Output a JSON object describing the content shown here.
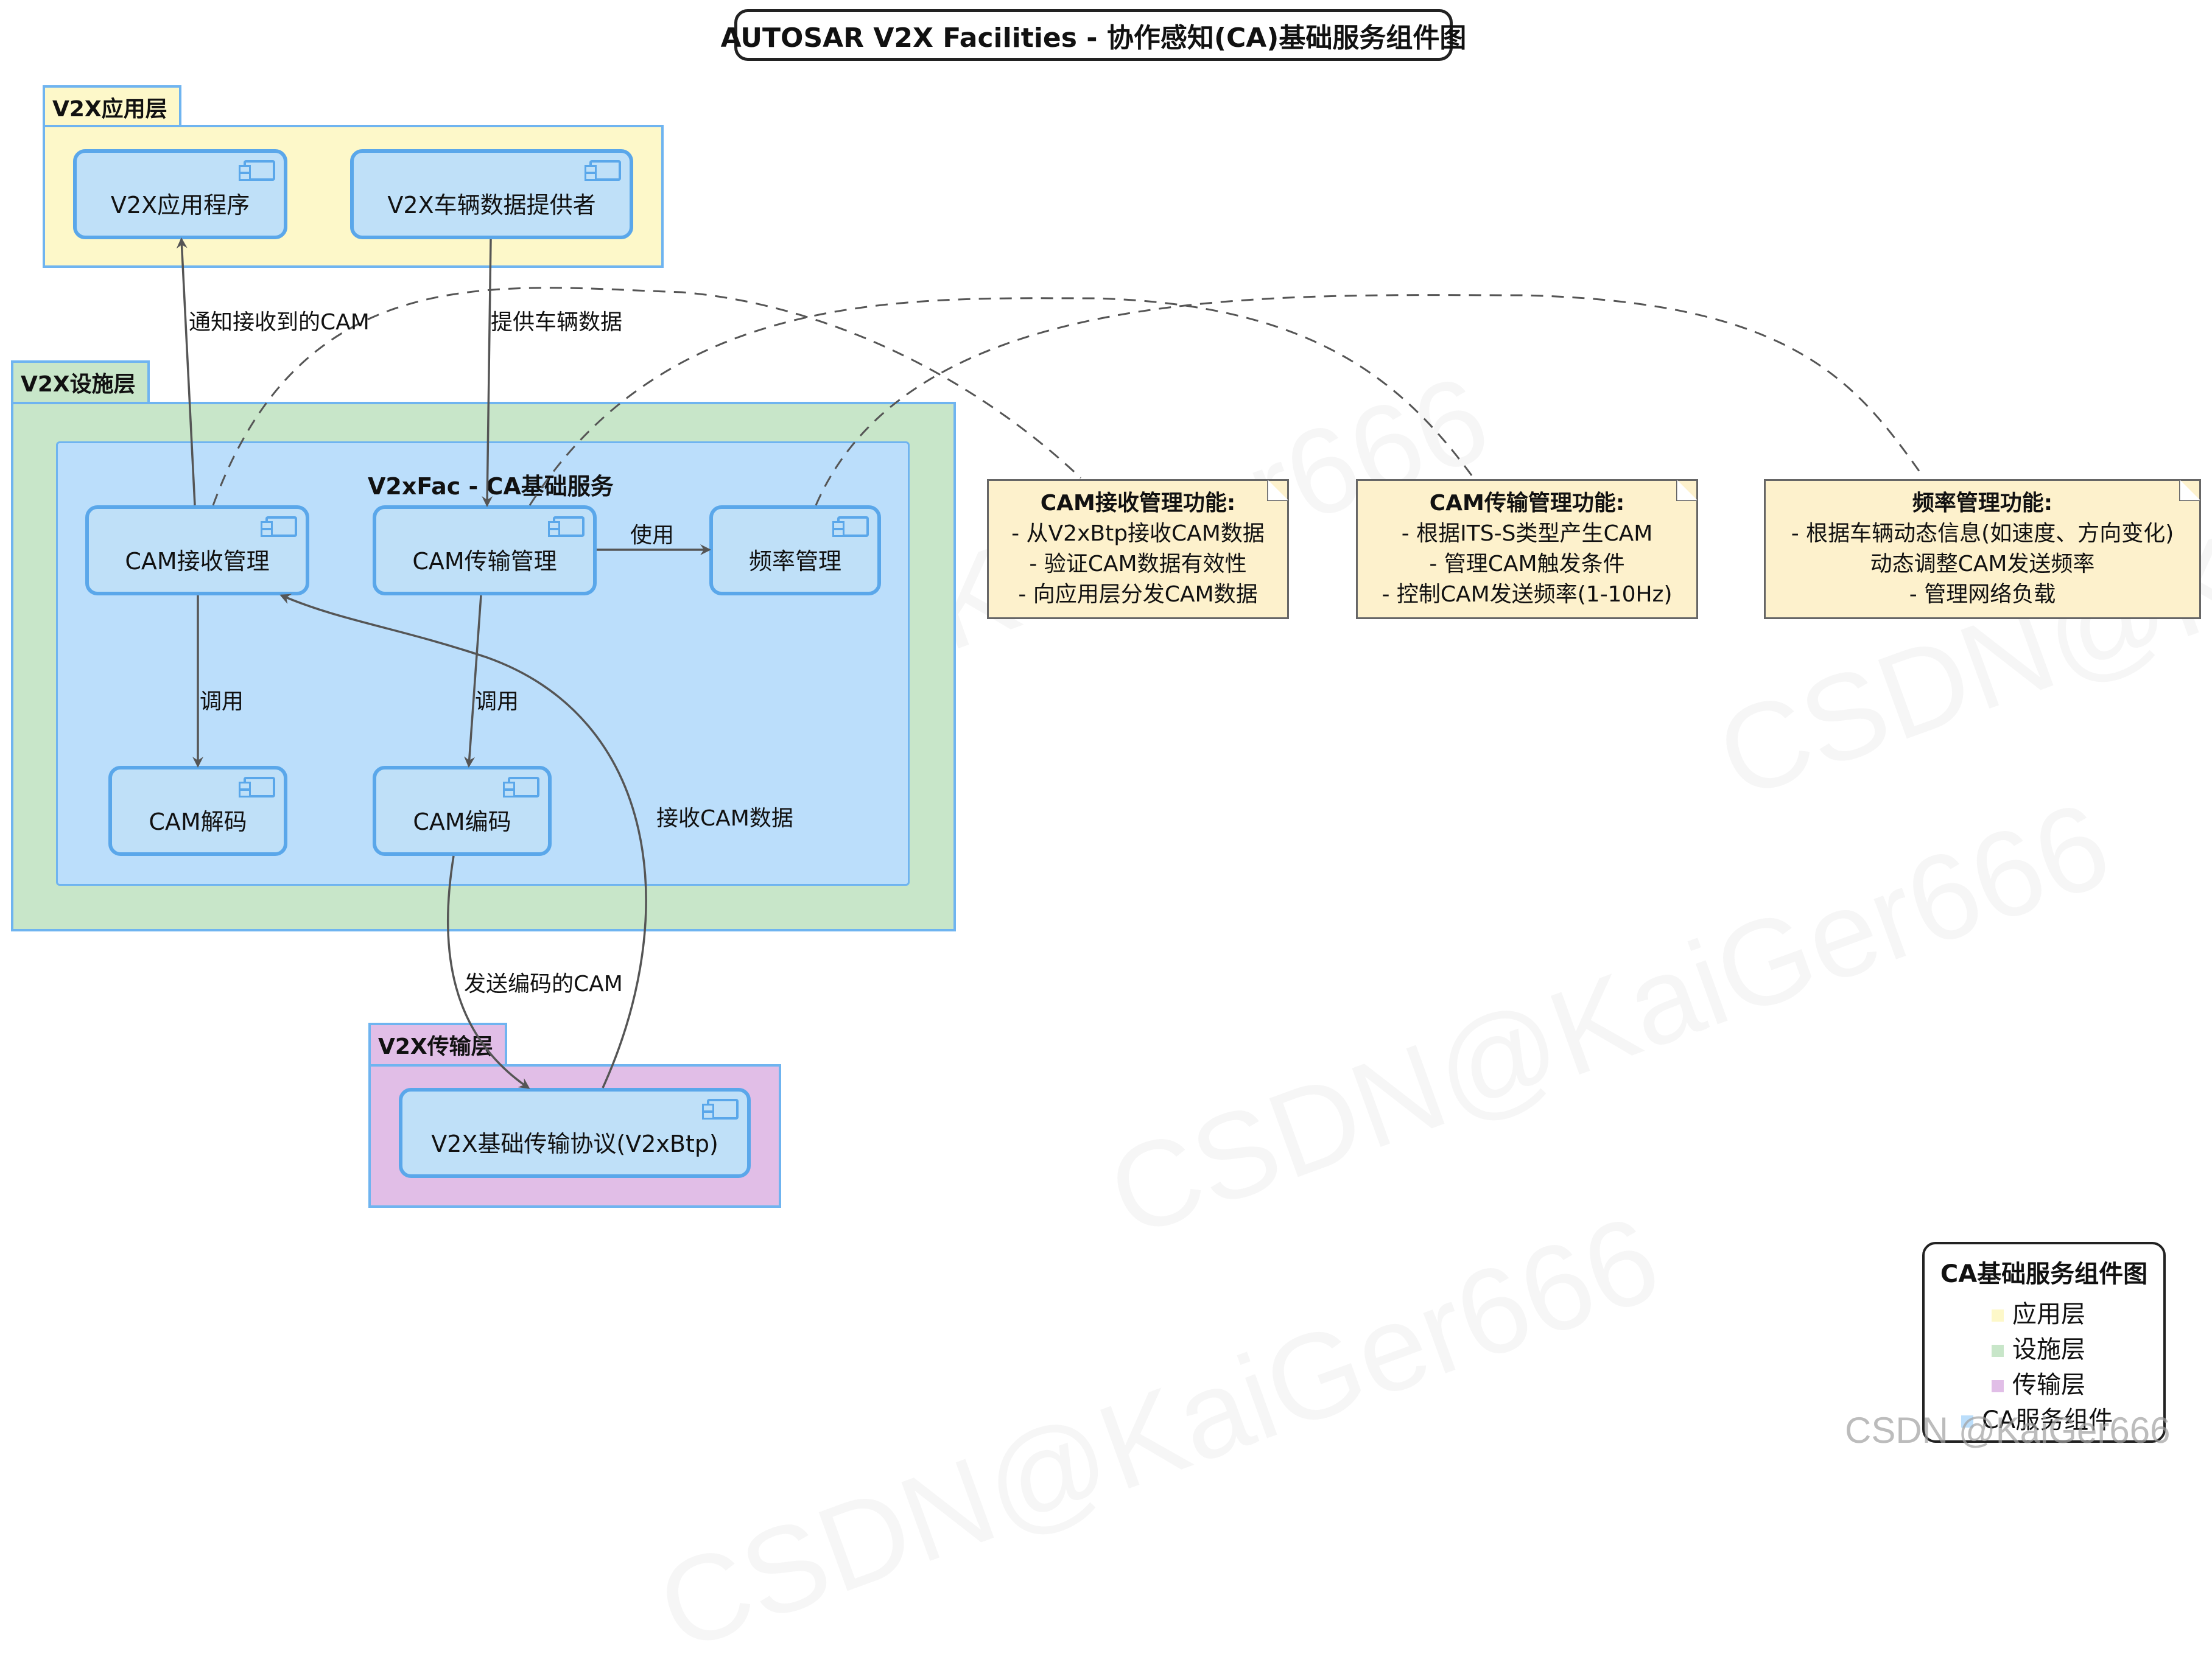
{
  "title": "AUTOSAR V2X Facilities - 协作感知(CA)基础服务组件图",
  "packages": {
    "app": {
      "label": "V2X应用层",
      "color": "#fdf8c9"
    },
    "fac": {
      "label": "V2X设施层",
      "color": "#c8e6c9"
    },
    "trans": {
      "label": "V2X传输层",
      "color": "#e1bee7"
    }
  },
  "inner": {
    "label": "V2xFac - CA基础服务",
    "color": "#bbdefb"
  },
  "components": {
    "v2x_app": "V2X应用程序",
    "v2x_vehicle": "V2X车辆数据提供者",
    "cam_rx": "CAM接收管理",
    "cam_tx": "CAM传输管理",
    "freq": "频率管理",
    "cam_dec": "CAM解码",
    "cam_enc": "CAM编码",
    "btp": "V2X基础传输协议(V2xBtp)"
  },
  "edges": {
    "notify": "通知接收到的CAM",
    "provide": "提供车辆数据",
    "use": "使用",
    "call1": "调用",
    "call2": "调用",
    "recv": "接收CAM数据",
    "send": "发送编码的CAM"
  },
  "notes": {
    "rx": {
      "title": "CAM接收管理功能:",
      "lines": [
        "- 从V2xBtp接收CAM数据",
        "- 验证CAM数据有效性",
        "- 向应用层分发CAM数据"
      ]
    },
    "tx": {
      "title": "CAM传输管理功能:",
      "lines": [
        "- 根据ITS-S类型产生CAM",
        "- 管理CAM触发条件",
        "- 控制CAM发送频率(1-10Hz)"
      ]
    },
    "freq": {
      "title": "频率管理功能:",
      "lines": [
        "- 根据车辆动态信息(如速度、方向变化)",
        "动态调整CAM发送频率",
        "- 管理网络负载"
      ]
    }
  },
  "legend": {
    "title": "CA基础服务组件图",
    "items": [
      {
        "label": "应用层",
        "color": "#fdf8c9"
      },
      {
        "label": "设施层",
        "color": "#c8e6c9"
      },
      {
        "label": "传输层",
        "color": "#e1bee7"
      },
      {
        "label": "CA服务组件",
        "color": "#bbdefb"
      }
    ]
  },
  "watermark": "CSDN @KaiGer666",
  "watermark_bg": "CSDN@KaiGer666"
}
